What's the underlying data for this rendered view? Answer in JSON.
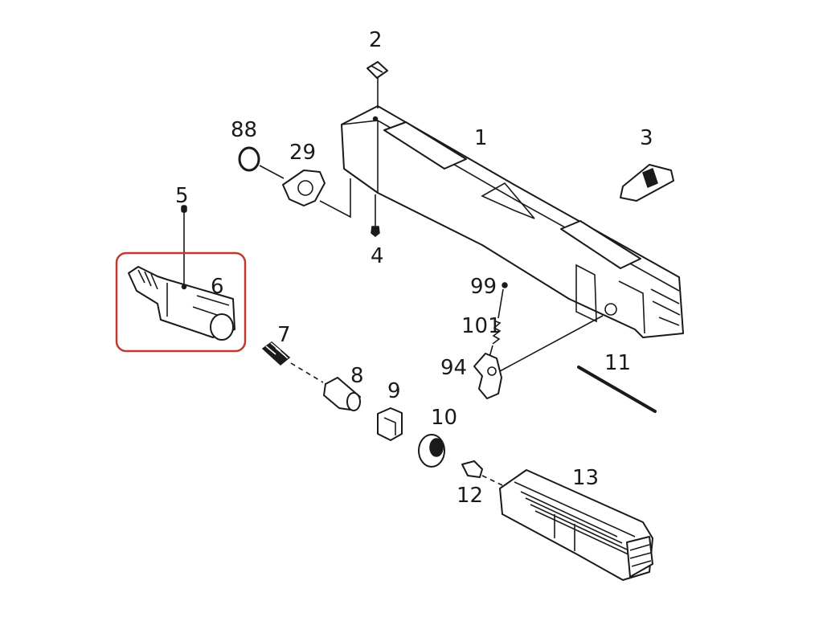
{
  "diagram": {
    "labels": {
      "p1": "1",
      "p2": "2",
      "p3": "3",
      "p4": "4",
      "p5": "5",
      "p6": "6",
      "p7": "7",
      "p8": "8",
      "p9": "9",
      "p10": "10",
      "p11": "11",
      "p12": "12",
      "p13": "13",
      "p29": "29",
      "p88": "88",
      "p94": "94",
      "p99": "99",
      "p101": "101"
    },
    "highlight": {
      "target_part": "6",
      "color": "#c0392b"
    },
    "colors": {
      "line": "#1a1a1a",
      "background": "#ffffff"
    }
  }
}
